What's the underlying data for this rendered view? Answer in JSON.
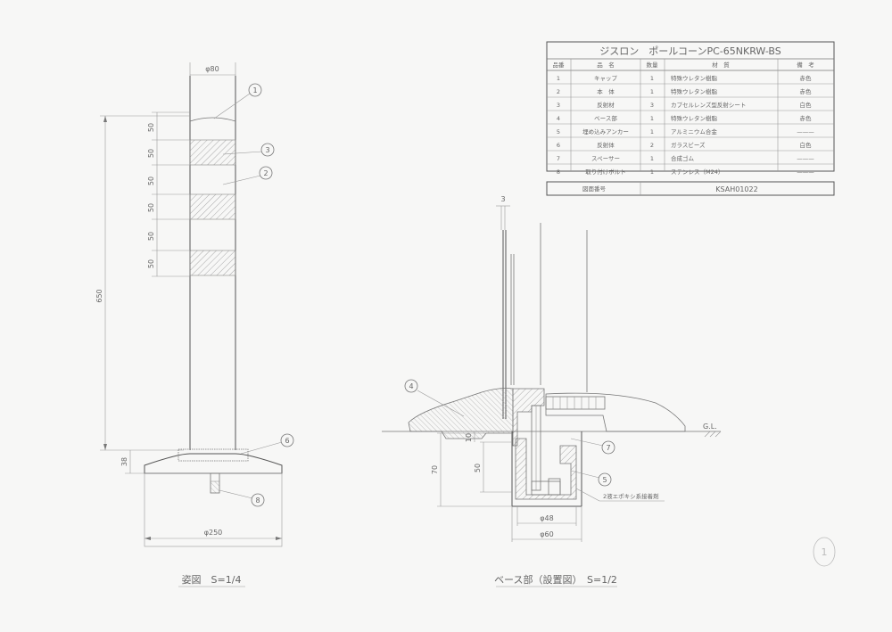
{
  "title_block": {
    "product_title": "ジスロン　ポールコーンPC-65NKRW-BS",
    "headers": [
      "品番",
      "品　名",
      "数量",
      "材　質",
      "備　考"
    ],
    "rows": [
      [
        "1",
        "キャップ",
        "1",
        "特殊ウレタン樹脂",
        "赤色"
      ],
      [
        "2",
        "本　体",
        "1",
        "特殊ウレタン樹脂",
        "赤色"
      ],
      [
        "3",
        "反射材",
        "3",
        "カプセルレンズ型反射シート",
        "白色"
      ],
      [
        "4",
        "ベース部",
        "1",
        "特殊ウレタン樹脂",
        "赤色"
      ],
      [
        "5",
        "埋め込みアンカー",
        "1",
        "アルミニウム合金",
        "———"
      ],
      [
        "6",
        "反射体",
        "2",
        "ガラスビーズ",
        "白色"
      ],
      [
        "7",
        "スペーサー",
        "1",
        "合成ゴム",
        "———"
      ],
      [
        "8",
        "取り付けボルト",
        "1",
        "ステンレス（M24）",
        "———"
      ]
    ],
    "drawing_no_label": "図面番号",
    "drawing_no": "KSAH01022"
  },
  "left_view": {
    "diameter_top": "φ80",
    "band_dims": [
      "50",
      "50",
      "50",
      "50",
      "50",
      "50"
    ],
    "height_total": "650",
    "base_height": "38",
    "diameter_base": "φ250",
    "caption": "姿図　S=1/4",
    "balloons": [
      "1",
      "3",
      "2",
      "6",
      "8"
    ]
  },
  "right_view": {
    "thickness": "3",
    "dim_10": "10",
    "dim_70": "70",
    "dim_50": "50",
    "dia_48": "φ48",
    "dia_60": "φ60",
    "gl_label": "G.L.",
    "epoxy_note": "2液エポキシ系接着剤",
    "caption": "ベース部（設置図）　S=1/2",
    "balloons": [
      "4",
      "7",
      "5"
    ]
  },
  "page_mark": "1"
}
